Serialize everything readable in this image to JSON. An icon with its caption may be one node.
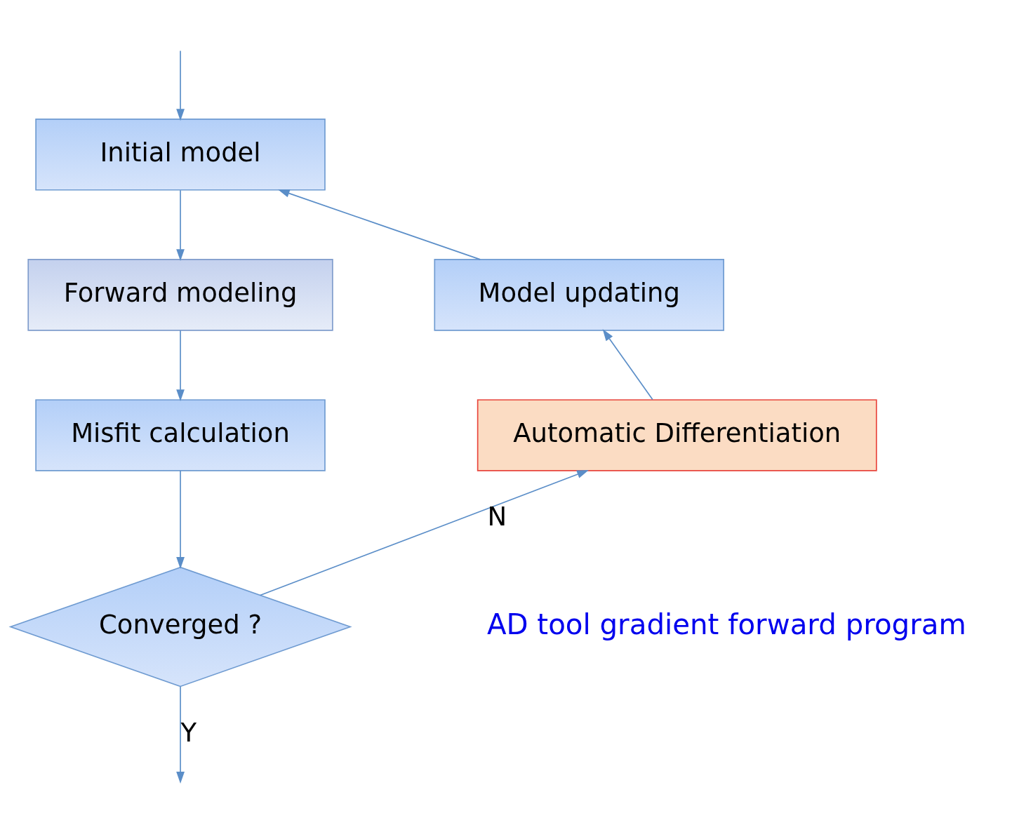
{
  "diagram": {
    "nodes": [
      {
        "text": [
          "Initial model"
        ]
      },
      {
        "text": [
          "Forward modeling"
        ]
      },
      {
        "text": [
          "Misfit calculation"
        ]
      },
      {
        "text": [
          "Converged ?"
        ]
      },
      {
        "text": [
          "Model updating"
        ]
      },
      {
        "text": [
          "Automatic Differentiation"
        ]
      }
    ],
    "edges": [
      {
        "from": null,
        "to": 0,
        "arrow": "to"
      },
      {
        "from": 0,
        "to": 1,
        "arrow": "to"
      },
      {
        "from": 1,
        "to": 2,
        "arrow": "to"
      },
      {
        "from": 2,
        "to": 3,
        "arrow": "to"
      },
      {
        "from": 3,
        "to": 5,
        "arrow": "to",
        "label": "N"
      },
      {
        "from": 5,
        "to": 4,
        "arrow": "to"
      },
      {
        "from": 4,
        "to": 0,
        "arrow": "to"
      },
      {
        "from": 3,
        "to": null,
        "arrow": "to",
        "label": "Y"
      }
    ],
    "labels": [
      "AD tool gradient forward program"
    ]
  }
}
